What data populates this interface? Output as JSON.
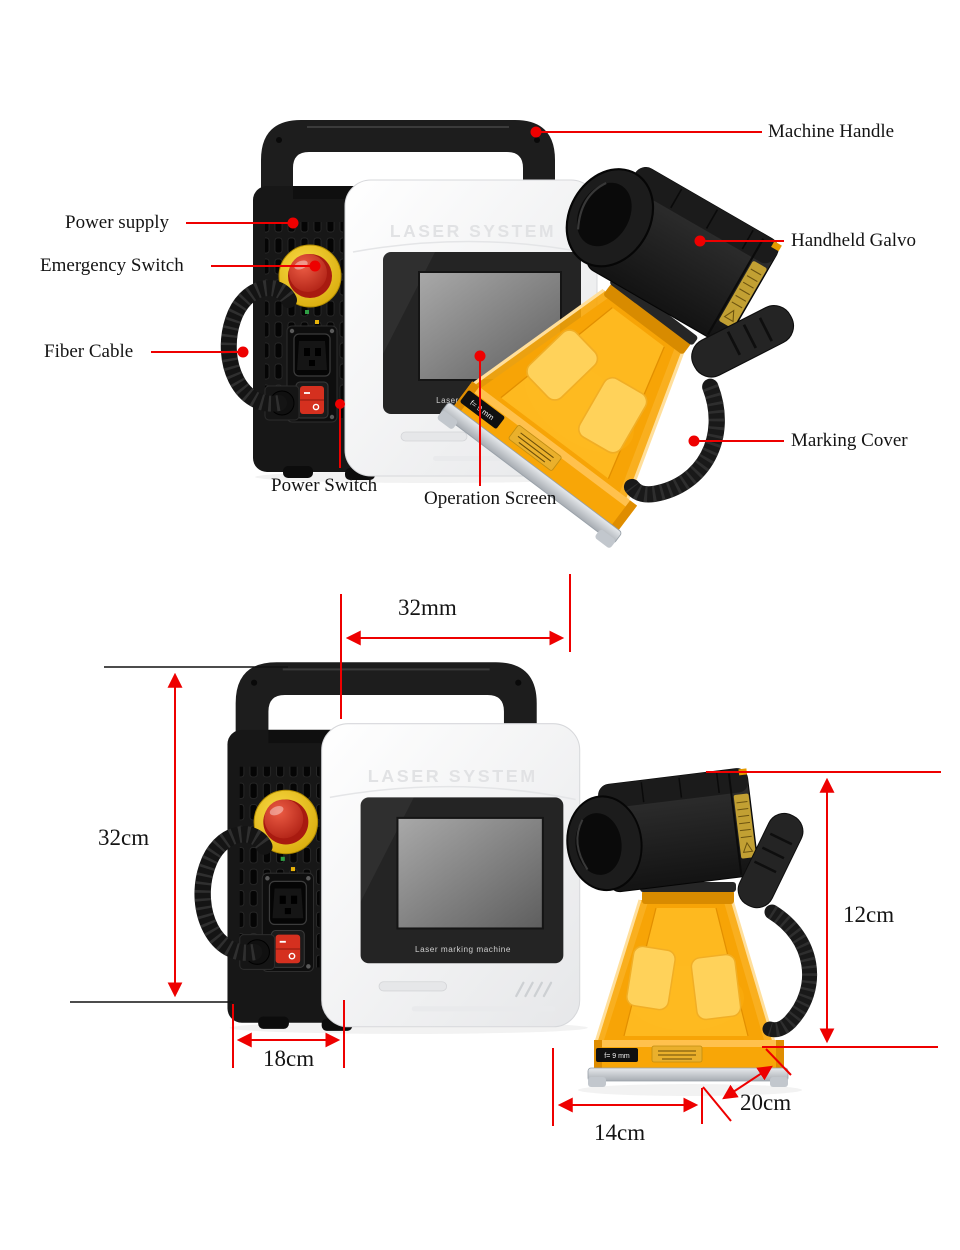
{
  "product": {
    "brand_text": "LASER SYSTEM",
    "screen_caption": "Laser marking machine",
    "lens_label": "f= 9 mm"
  },
  "callouts": {
    "machine_handle": "Machine Handle",
    "power_supply": "Power supply",
    "emergency_switch": "Emergency Switch",
    "fiber_cable": "Fiber Cable",
    "handheld_galvo": "Handheld Galvo",
    "marking_cover": "Marking Cover",
    "power_switch": "Power Switch",
    "operation_screen": "Operation Screen"
  },
  "dimensions": {
    "handle_width": "32mm",
    "machine_height": "32cm",
    "machine_depth": "18cm",
    "galvo_height": "12cm",
    "cover_depth": "20cm",
    "cover_width": "14cm"
  },
  "colors": {
    "annotation_red": "#ee0000",
    "machine_black": "#171717",
    "body_white": "#f2f3f5",
    "cover_amber": "#f8a607",
    "estop_red": "#d5301f",
    "estop_yellow": "#f2c411",
    "screen_gray": "#8a8a8a"
  }
}
